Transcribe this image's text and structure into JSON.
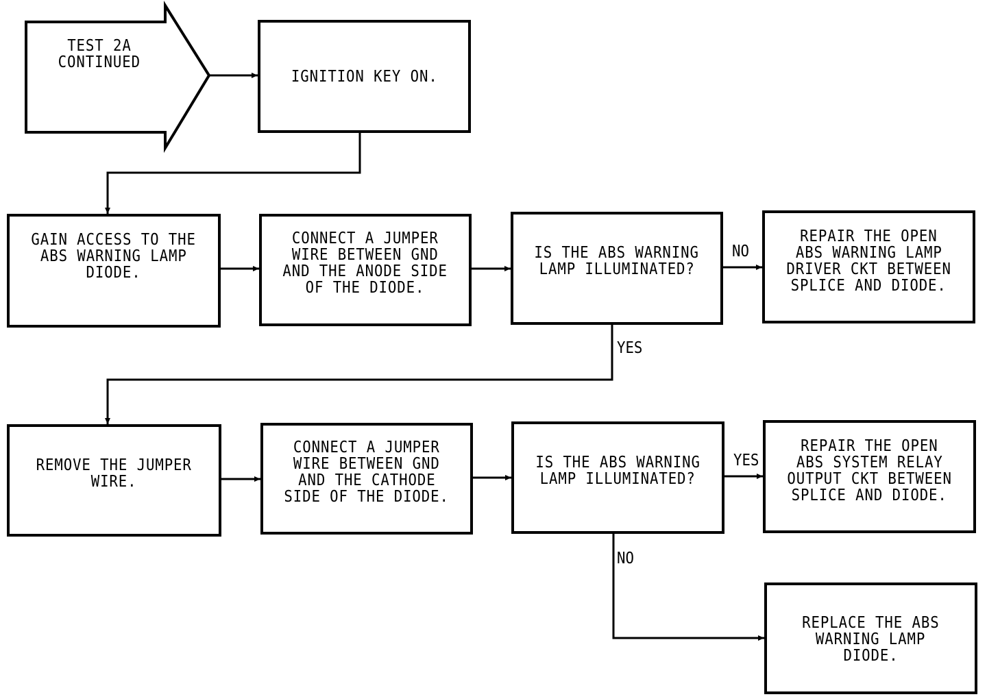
{
  "start": {
    "lines": [
      "TEST 2A",
      "CONTINUED"
    ]
  },
  "steps": {
    "ignition": {
      "lines": [
        "IGNITION KEY ON."
      ]
    },
    "gain_access": {
      "lines": [
        "GAIN ACCESS TO THE",
        "ABS WARNING LAMP",
        "DIODE."
      ]
    },
    "jumper_anode": {
      "lines": [
        "CONNECT A JUMPER",
        "WIRE BETWEEN GND",
        "AND THE ANODE SIDE",
        "OF THE DIODE."
      ]
    },
    "decision_1": {
      "lines": [
        "IS THE ABS WARNING",
        "LAMP ILLUMINATED?"
      ]
    },
    "repair_driver": {
      "lines": [
        "REPAIR THE OPEN",
        "ABS WARNING LAMP",
        "DRIVER CKT BETWEEN",
        "SPLICE AND DIODE."
      ]
    },
    "remove_jumper": {
      "lines": [
        "REMOVE THE JUMPER",
        "WIRE."
      ]
    },
    "jumper_cathode": {
      "lines": [
        "CONNECT A JUMPER",
        "WIRE BETWEEN GND",
        "AND THE CATHODE",
        "SIDE OF THE DIODE."
      ]
    },
    "decision_2": {
      "lines": [
        "IS THE ABS WARNING",
        "LAMP ILLUMINATED?"
      ]
    },
    "repair_relay": {
      "lines": [
        "REPAIR THE OPEN",
        "ABS SYSTEM RELAY",
        "OUTPUT CKT BETWEEN",
        "SPLICE AND DIODE."
      ]
    },
    "replace_diode": {
      "lines": [
        "REPLACE THE ABS",
        "WARNING LAMP",
        "DIODE."
      ]
    }
  },
  "edge_labels": {
    "d1_no": "NO",
    "d1_yes": "YES",
    "d2_yes": "YES",
    "d2_no": "NO"
  }
}
